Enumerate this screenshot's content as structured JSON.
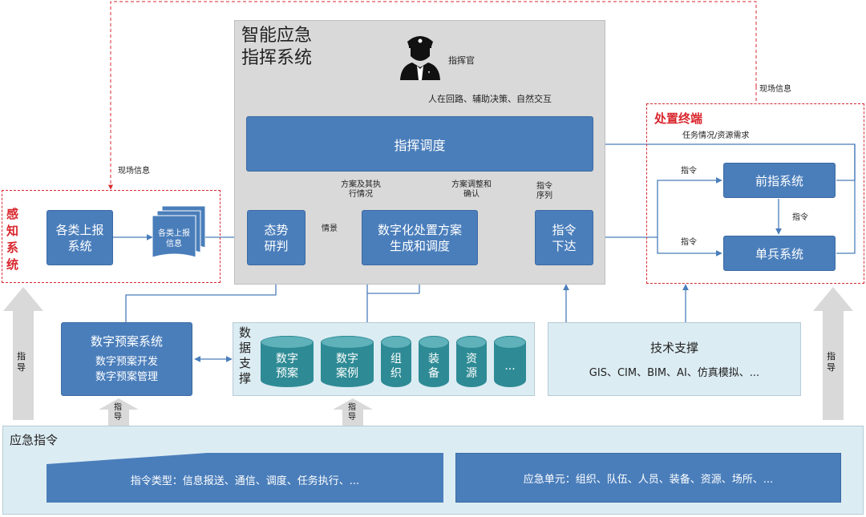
{
  "system": {
    "title_line1": "智能应急",
    "title_line2": "指挥系统"
  },
  "commander": {
    "label": "指挥官",
    "note": "人在回路、辅助决策、自然交互"
  },
  "dispatch": {
    "label": "指挥调度"
  },
  "situation": {
    "label": "态势研判"
  },
  "digital_plan": {
    "label_line1": "数字化处置方案",
    "label_line2": "生成和调度"
  },
  "command_issue": {
    "label": "指令下达"
  },
  "flow_labels": {
    "plan_exec": "方案及其执行情况",
    "plan_adjust": "方案调整和确认",
    "cmd_seq": "指令序列",
    "intel": "情景",
    "scene_info_left": "现场信息",
    "scene_info_right": "现场信息",
    "task_status": "任务情况/资源需求",
    "cmd_a": "指令",
    "cmd_b": "指令",
    "cmd_c": "指令",
    "guide_left": "指导",
    "guide_right": "指导",
    "guide_small1": "指导",
    "guide_small2": "指导"
  },
  "sensing": {
    "title": "感知系统",
    "report_system": "各类上报系统",
    "report_info": "各类上报信息"
  },
  "terminal": {
    "title": "处置终端",
    "front": "前指系统",
    "soldier": "单兵系统"
  },
  "plan_system": {
    "title": "数字预案系统",
    "line2": "数字预案开发",
    "line3": "数字预案管理"
  },
  "data_support": {
    "title": "数据支撑",
    "items": [
      "数字预案",
      "数字案例",
      "组织",
      "装备",
      "资源",
      "..."
    ]
  },
  "tech_support": {
    "title": "技术支撑",
    "detail": "GIS、CIM、BIM、AI、仿真模拟、..."
  },
  "emergency": {
    "title": "应急指令",
    "types": "指令类型：信息报送、通信、调度、任务执行、...",
    "units": "应急单元：组织、队伍、人员、装备、资源、场所、..."
  },
  "colors": {
    "blue_box": "#4a7ebb",
    "grey_panel": "#d9d9d9",
    "light_panel": "#dcecf3",
    "teal": "#2e8b95",
    "red_dash": "#d9272e"
  },
  "icons": [
    "commander-icon"
  ]
}
